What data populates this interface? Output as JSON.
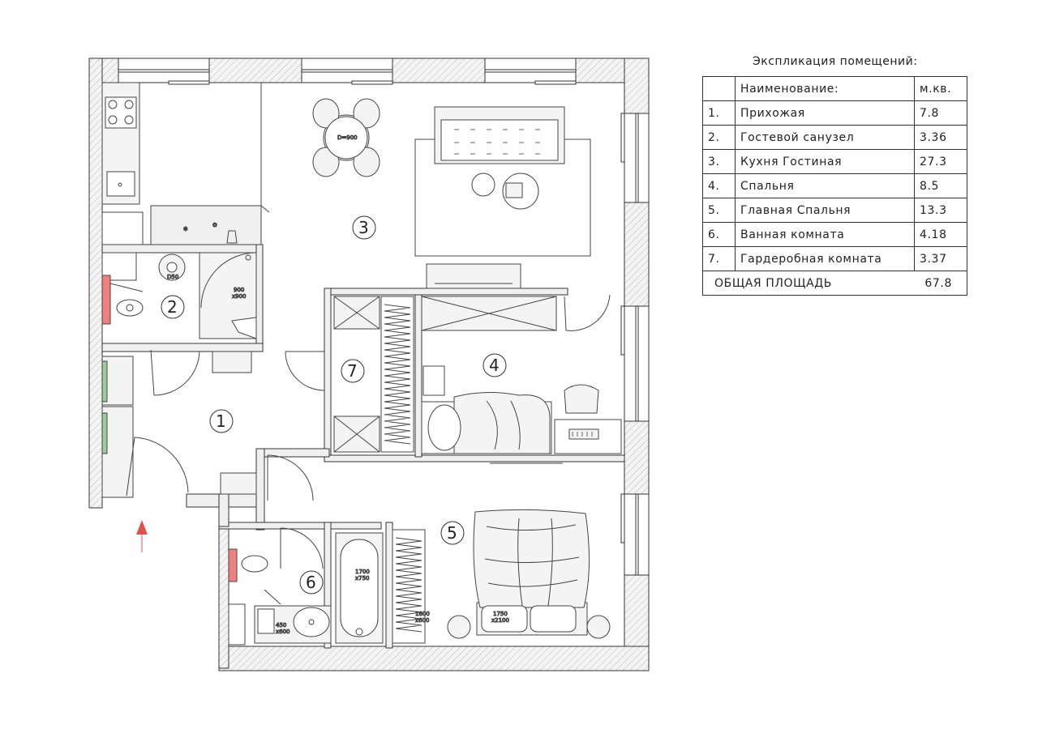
{
  "legend": {
    "title": "Экспликация помещений:",
    "header": {
      "num": "",
      "name": "Наименование:",
      "area": "м.кв."
    },
    "rows": [
      {
        "num": "1.",
        "name": "Прихожая",
        "area": "7.8"
      },
      {
        "num": "2.",
        "name": "Гостевой санузел",
        "area": "3.36"
      },
      {
        "num": "3.",
        "name": "Кухня Гостиная",
        "area": "27.3"
      },
      {
        "num": "4.",
        "name": "Спальня",
        "area": "8.5"
      },
      {
        "num": "5.",
        "name": "Главная Спальня",
        "area": "13.3"
      },
      {
        "num": "6.",
        "name": "Ванная комната",
        "area": "4.18"
      },
      {
        "num": "7.",
        "name": "Гардеробная комната",
        "area": "3.37"
      }
    ],
    "total": {
      "label": "ОБЩАЯ ПЛОЩАДЬ",
      "area": "67.8"
    }
  },
  "plan": {
    "room_labels": [
      "1",
      "2",
      "3",
      "4",
      "5",
      "6",
      "7"
    ],
    "dims": {
      "table": "D=900",
      "sink": "D50",
      "shower": "900\nx900",
      "bath": "1700\nx750",
      "wardrobe": "1800\nx600",
      "bed": "1750\nx2100",
      "washer": "450\nx600"
    },
    "colors": {
      "wall_fill": "#f0f0f0",
      "line": "#333333",
      "accent_red": "#f08080",
      "accent_green": "#9acd9a",
      "arrow": "#e05050"
    }
  }
}
